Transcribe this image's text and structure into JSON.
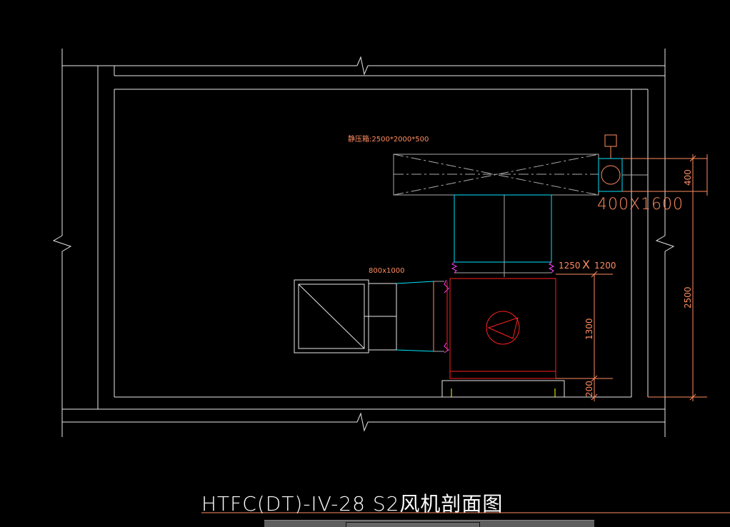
{
  "drawing": {
    "title": "HTFC(DT)-IV-28 S2风机剖面图",
    "plenum_label": "静压箱:2500*2000*500",
    "outlet_size": "400X1600",
    "inlet_duct_size": "800x1000",
    "fan_outlet_w": "1250",
    "fan_outlet_x": "X",
    "fan_outlet_h": "1200",
    "dimensions": {
      "top": "400",
      "total": "2500",
      "fan_height": "1300",
      "base": "200"
    }
  },
  "colors": {
    "line": "#ffffff",
    "annotation": "#ff8c60",
    "duct": "#00e5ff",
    "fan": "#ff2020",
    "flex": "#ff40ff",
    "gray": "#aaaaaa"
  }
}
